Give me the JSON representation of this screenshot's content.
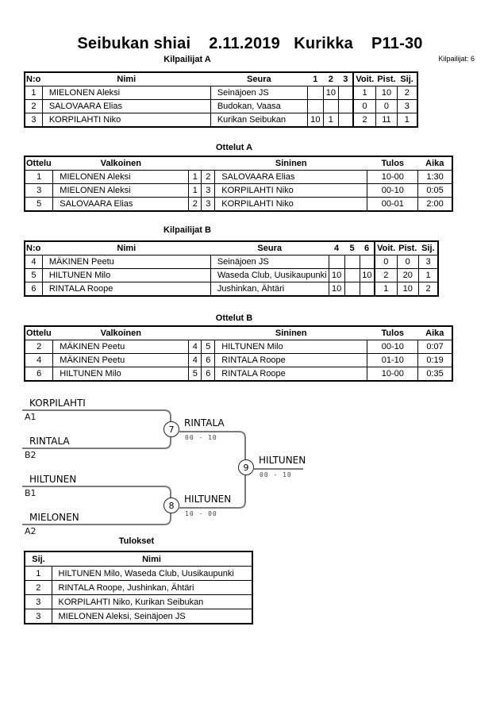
{
  "header": {
    "title": "Seibukan shiai    2.11.2019   Kurikka    P11-30",
    "competitors_label": "Kilpailijat: 6"
  },
  "colors": {
    "table_border": "#000000",
    "bracket_line": "#7b7b7b",
    "bracket_score_text": "#444444",
    "background": "#ffffff"
  },
  "pool_a": {
    "title": "Kilpailijat A",
    "headers": {
      "no": "N:o",
      "name": "Nimi",
      "club": "Seura",
      "c1": "1",
      "c2": "2",
      "c3": "3",
      "wins": "Voit.",
      "points": "Pist.",
      "place": "Sij."
    },
    "rows": [
      {
        "no": "1",
        "name": "MIELONEN Aleksi",
        "club": "Seinäjoen JS",
        "c1": "",
        "c2": "10",
        "c3": "",
        "wins": "1",
        "points": "10",
        "place": "2"
      },
      {
        "no": "2",
        "name": "SALOVAARA Elias",
        "club": "Budokan, Vaasa",
        "c1": "",
        "c2": "",
        "c3": "",
        "wins": "0",
        "points": "0",
        "place": "3"
      },
      {
        "no": "3",
        "name": "KORPILAHTI Niko",
        "club": "Kurikan Seibukan",
        "c1": "10",
        "c2": "1",
        "c3": "",
        "wins": "2",
        "points": "11",
        "place": "1"
      }
    ]
  },
  "matches_a": {
    "title": "Ottelut A",
    "headers": {
      "match": "Ottelu",
      "white": "Valkoinen",
      "blue": "Sininen",
      "result": "Tulos",
      "time": "Aika"
    },
    "rows": [
      {
        "match": "1",
        "white": "MIELONEN Aleksi",
        "wno": "1",
        "bno": "2",
        "blue": "SALOVAARA Elias",
        "result": "10-00",
        "time": "1:30"
      },
      {
        "match": "3",
        "white": "MIELONEN Aleksi",
        "wno": "1",
        "bno": "3",
        "blue": "KORPILAHTI Niko",
        "result": "00-10",
        "time": "0:05"
      },
      {
        "match": "5",
        "white": "SALOVAARA Elias",
        "wno": "2",
        "bno": "3",
        "blue": "KORPILAHTI Niko",
        "result": "00-01",
        "time": "2:00"
      }
    ]
  },
  "pool_b": {
    "title": "Kilpailijat B",
    "headers": {
      "no": "N:o",
      "name": "Nimi",
      "club": "Seura",
      "c1": "4",
      "c2": "5",
      "c3": "6",
      "wins": "Voit.",
      "points": "Pist.",
      "place": "Sij."
    },
    "rows": [
      {
        "no": "4",
        "name": "MÄKINEN Peetu",
        "club": "Seinäjoen JS",
        "c1": "",
        "c2": "",
        "c3": "",
        "wins": "0",
        "points": "0",
        "place": "3"
      },
      {
        "no": "5",
        "name": "HILTUNEN Milo",
        "club": "Waseda Club, Uusikaupunki",
        "c1": "10",
        "c2": "",
        "c3": "10",
        "wins": "2",
        "points": "20",
        "place": "1"
      },
      {
        "no": "6",
        "name": "RINTALA Roope",
        "club": "Jushinkan, Ähtäri",
        "c1": "10",
        "c2": "",
        "c3": "",
        "wins": "1",
        "points": "10",
        "place": "2"
      }
    ]
  },
  "matches_b": {
    "title": "Ottelut B",
    "headers": {
      "match": "Ottelu",
      "white": "Valkoinen",
      "blue": "Sininen",
      "result": "Tulos",
      "time": "Aika"
    },
    "rows": [
      {
        "match": "2",
        "white": "MÄKINEN Peetu",
        "wno": "4",
        "bno": "5",
        "blue": "HILTUNEN Milo",
        "result": "00-10",
        "time": "0:07"
      },
      {
        "match": "4",
        "white": "MÄKINEN Peetu",
        "wno": "4",
        "bno": "6",
        "blue": "RINTALA Roope",
        "result": "01-10",
        "time": "0:19"
      },
      {
        "match": "6",
        "white": "HILTUNEN Milo",
        "wno": "5",
        "bno": "6",
        "blue": "RINTALA Roope",
        "result": "10-00",
        "time": "0:35"
      }
    ]
  },
  "bracket": {
    "entries": [
      {
        "name": "KORPILAHTI",
        "seed": "A1"
      },
      {
        "name": "RINTALA",
        "seed": "B2"
      },
      {
        "name": "HILTUNEN",
        "seed": "B1"
      },
      {
        "name": "MIELONEN",
        "seed": "A2"
      }
    ],
    "matches": [
      {
        "number": "7",
        "winner": "RINTALA",
        "score": "00 - 10"
      },
      {
        "number": "8",
        "winner": "HILTUNEN",
        "score": "10 - 00"
      },
      {
        "number": "9",
        "winner": "HILTUNEN",
        "score": "00 - 10"
      }
    ]
  },
  "results": {
    "title": "Tulokset",
    "headers": {
      "place": "Sij.",
      "name": "Nimi"
    },
    "rows": [
      {
        "place": "1",
        "name": "HILTUNEN Milo, Waseda Club, Uusikaupunki"
      },
      {
        "place": "2",
        "name": "RINTALA Roope, Jushinkan, Ähtäri"
      },
      {
        "place": "3",
        "name": "KORPILAHTI Niko, Kurikan Seibukan"
      },
      {
        "place": "3",
        "name": "MIELONEN Aleksi, Seinäjoen JS"
      }
    ]
  }
}
